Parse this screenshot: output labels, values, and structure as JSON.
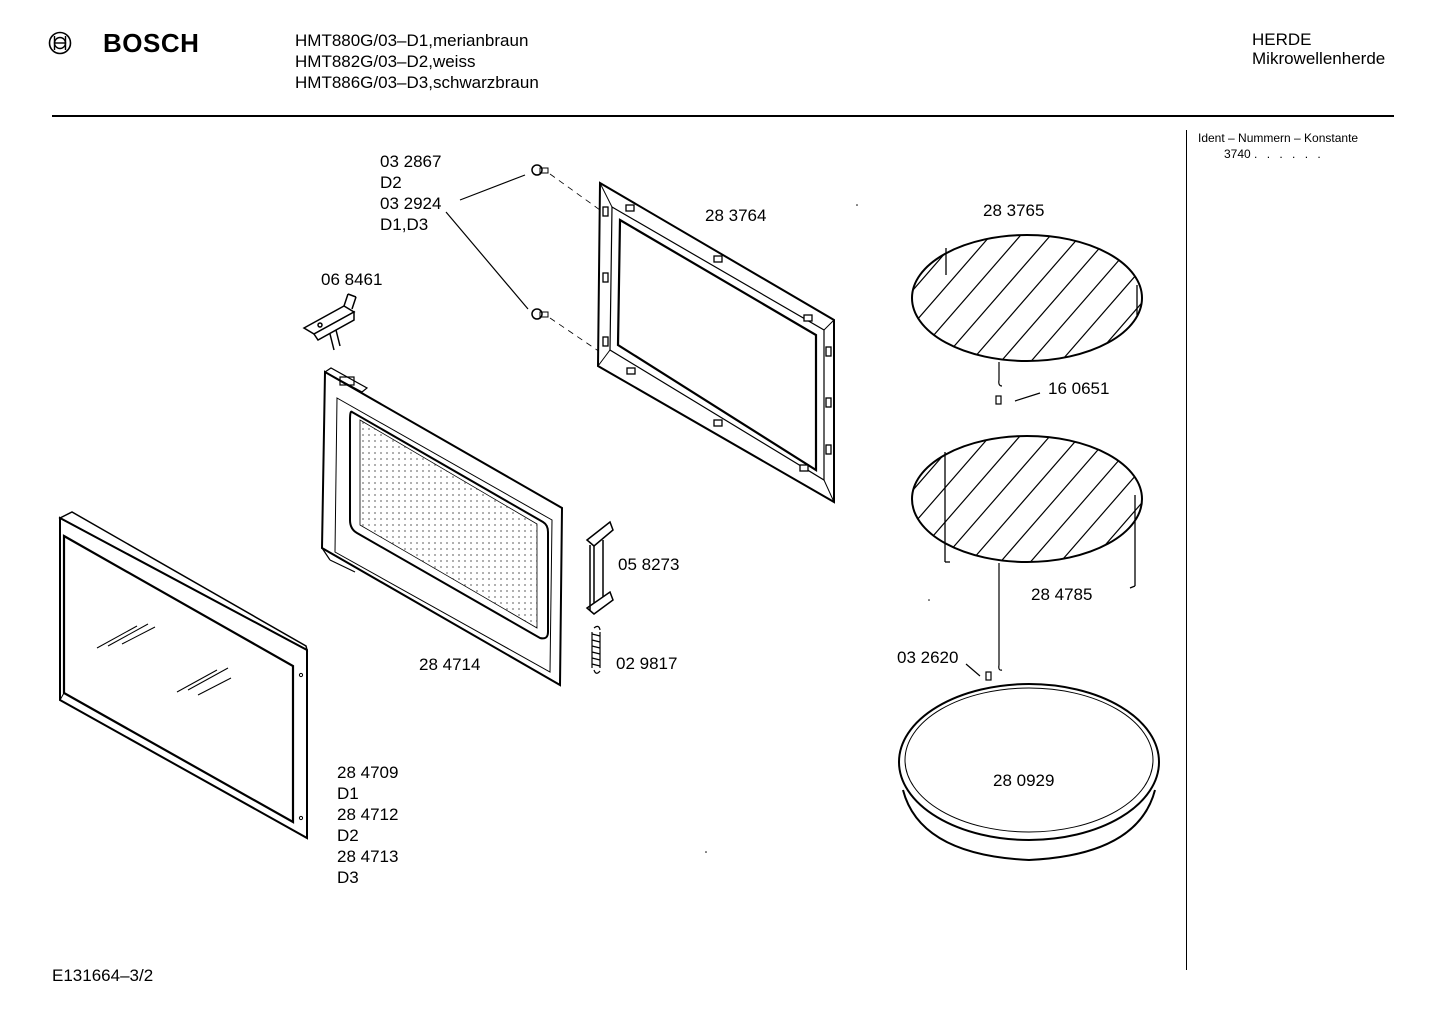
{
  "header": {
    "brand": "BOSCH",
    "logo_icon": "bosch-armature-icon",
    "models": [
      "HMT880G/03–D1,merianbraun",
      "HMT882G/03–D2,weiss",
      "HMT886G/03–D3,schwarzbraun"
    ],
    "category": [
      "HERDE",
      "Mikrowellenherde"
    ]
  },
  "ident": {
    "title": "Ident – Nummern – Konstante",
    "constant": "3740",
    "dots": ". .   . . . ."
  },
  "footer": {
    "drawing_id": "E131664–3/2"
  },
  "parts": {
    "screws": [
      "03 2867",
      "D2",
      "03 2924",
      "D1,D3"
    ],
    "hinge": "06 8461",
    "inner_frame": "28 3764",
    "glass_tray": "28 3765",
    "coupler": "16 0651",
    "rack": "28 4785",
    "spindle": "03 2620",
    "ring": "28 0929",
    "door_frame": "28 4714",
    "latch": "05 8273",
    "spring": "02 9817",
    "door_panel": [
      "28 4709",
      "D1",
      "28 4712",
      "D2",
      "28 4713",
      "D3"
    ]
  }
}
